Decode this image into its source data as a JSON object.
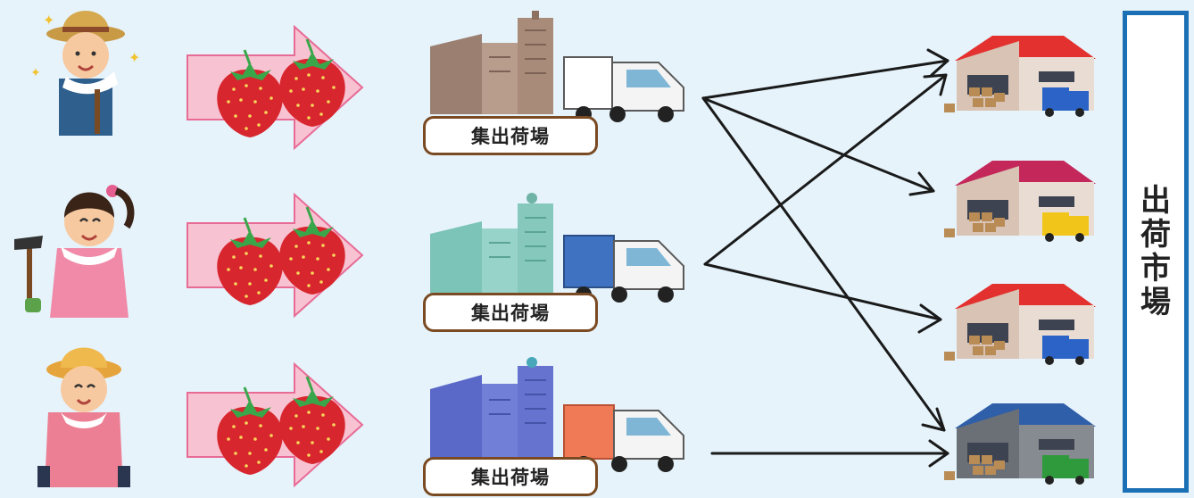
{
  "facility_label": "集出荷場",
  "market_label": "出荷市場",
  "colors": {
    "background": "#e6f3fb",
    "market_border": "#1a6fb5",
    "label_border": "#7a4a22",
    "arrow_fill": "#f7c3d2",
    "arrow_stroke": "#e86b95",
    "strawberry": "#d8262e"
  },
  "rows": [
    {
      "farmer": "farmer-man-straw-hat-icon",
      "facility": "facility-brown-building-icon",
      "truck_box": "white"
    },
    {
      "farmer": "farmer-woman-ponytail-icon",
      "facility": "facility-teal-building-icon",
      "truck_box": "blue"
    },
    {
      "farmer": "farmer-woman-hat-icon",
      "facility": "facility-purple-building-icon",
      "truck_box": "orange"
    }
  ],
  "warehouses": [
    {
      "roof": "red",
      "truck": "blue"
    },
    {
      "roof": "magenta",
      "truck": "yellow"
    },
    {
      "roof": "red",
      "truck": "blue"
    },
    {
      "roof": "navy",
      "truck": "green"
    }
  ],
  "connections": [
    {
      "from_facility": 1,
      "to_warehouse": 1
    },
    {
      "from_facility": 1,
      "to_warehouse": 2
    },
    {
      "from_facility": 1,
      "to_warehouse": 4
    },
    {
      "from_facility": 2,
      "to_warehouse": 1
    },
    {
      "from_facility": 2,
      "to_warehouse": 3
    },
    {
      "from_facility": 3,
      "to_warehouse": 4
    }
  ]
}
